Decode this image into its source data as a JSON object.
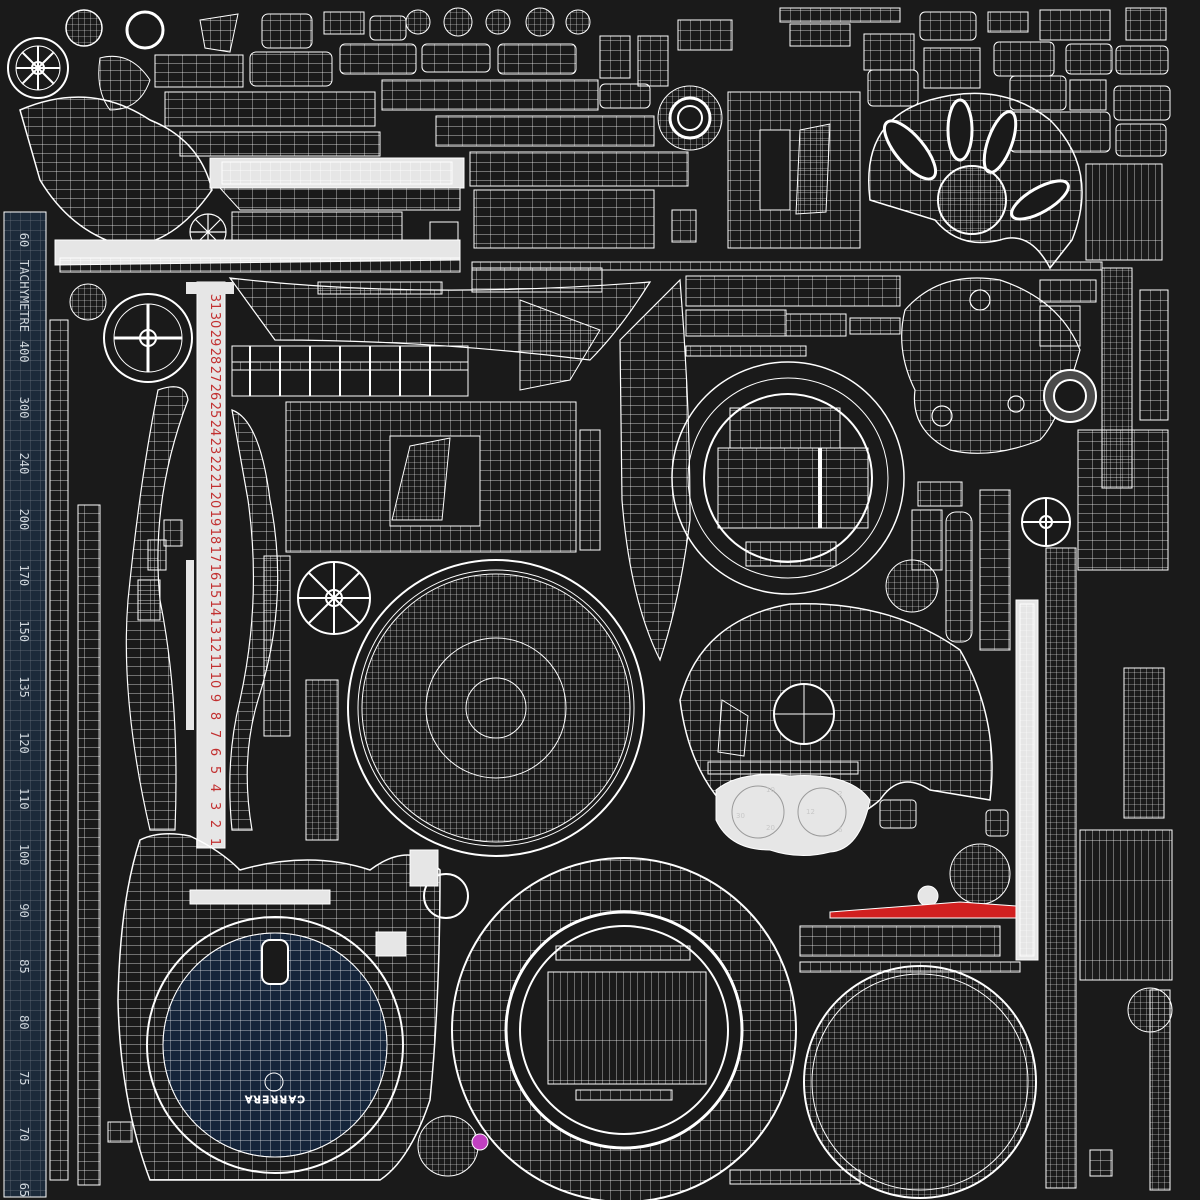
{
  "texture": {
    "colors": {
      "background": "#1a1a1a",
      "wire": "#ffffff",
      "fill_light": "#e6e6e6",
      "accent_red": "#d12020",
      "strip_blue": "#1c2a3a",
      "dial_blue": "#15253b"
    }
  },
  "tachymeter": {
    "labels": [
      "60",
      "TACHYMETRE",
      "400",
      "300",
      "240",
      "200",
      "170",
      "150",
      "135",
      "120",
      "110",
      "100",
      "90",
      "85",
      "80",
      "75",
      "70",
      "65"
    ]
  },
  "date_strip": {
    "numbers": [
      "31",
      "30",
      "29",
      "28",
      "27",
      "26",
      "25",
      "24",
      "23",
      "22",
      "21",
      "20",
      "19",
      "18",
      "17",
      "16",
      "15",
      "14",
      "13",
      "12",
      "11",
      "10",
      "9",
      "8",
      "7",
      "6",
      "5",
      "4",
      "3",
      "2",
      "1"
    ]
  },
  "dial": {
    "brand": "CARRERA",
    "sub_dial_numbers": [
      "30",
      "10",
      "20",
      "12",
      "2",
      "6"
    ]
  }
}
